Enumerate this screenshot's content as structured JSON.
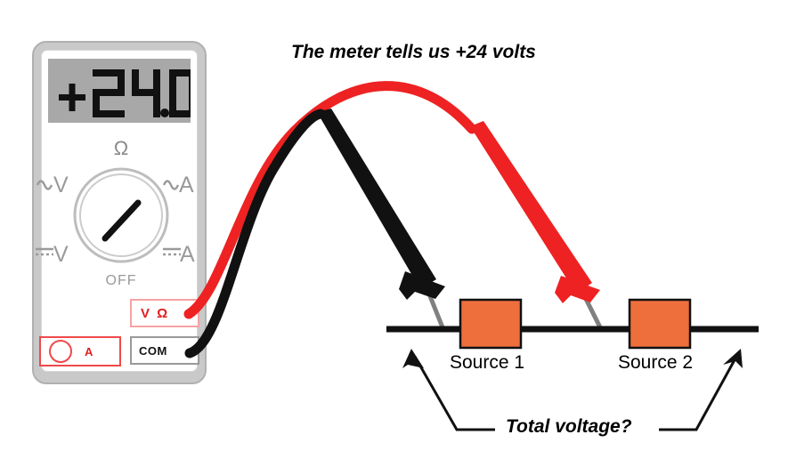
{
  "meter": {
    "display_value": "+24.0",
    "dial": {
      "off_label": "OFF",
      "ohm_label": "Ω",
      "ac_voltage_label": "V",
      "ac_current_label": "A",
      "dc_voltage_label": "V",
      "dc_current_label": "A",
      "pointer_direction": "upper-left"
    },
    "jacks": [
      {
        "name": "volts-ohms",
        "label": "V Ω",
        "border_color": "#f7a2a2",
        "text_color": "#e02020"
      },
      {
        "name": "common",
        "label": "COM",
        "border_color": "#9a9a9a",
        "text_color": "#111111"
      },
      {
        "name": "amps",
        "label": "A",
        "border_color": "#ef4a4a",
        "text_color": "#e02020"
      }
    ],
    "case_color": "#c9c9c9",
    "lcd_background": "#a8a8a8"
  },
  "leads": {
    "red_lead_color": "#ee2222",
    "black_lead_color": "#111111",
    "probe_tip_color": "#808080"
  },
  "circuit": {
    "wire_color": "#111111",
    "source_fill": "#ee6e3c",
    "source_border": "#111111",
    "sources": [
      {
        "label": "Source 1"
      },
      {
        "label": "Source 2"
      }
    ]
  },
  "annotations": {
    "top_text": "The meter tells us +24 volts",
    "bottom_text": "Total voltage?"
  }
}
